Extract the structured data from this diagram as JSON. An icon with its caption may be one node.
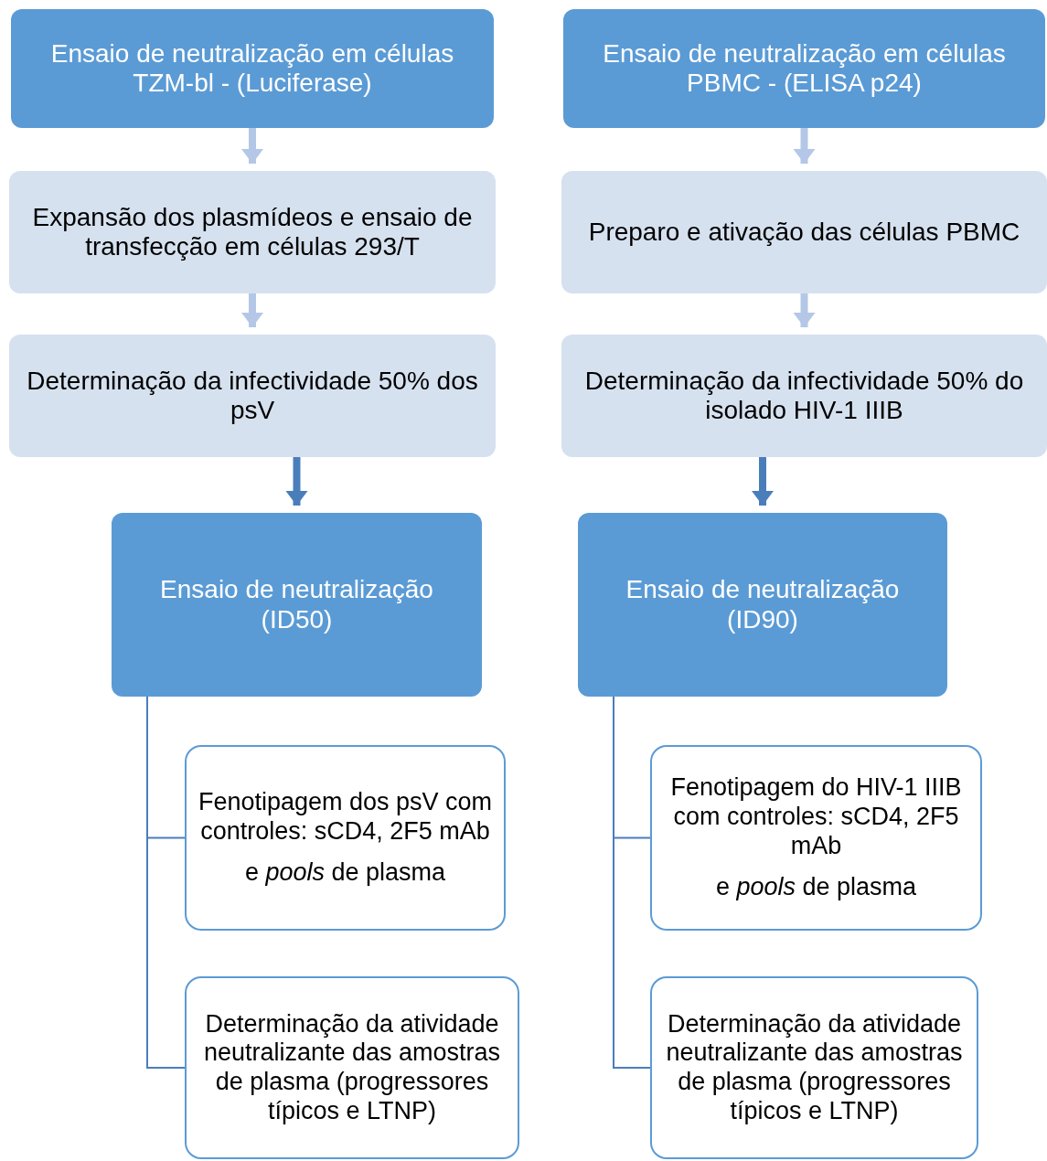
{
  "diagram": {
    "nodes": [
      {
        "text": [
          "Ensaio de neutralização em células TZM-bl - (Luciferase)"
        ]
      },
      {
        "text": [
          "Ensaio de neutralização em células PBMC - (ELISA p24)"
        ]
      },
      {
        "text": [
          "Expansão dos plasmídeos e ensaio de transfecção em células 293/T"
        ]
      },
      {
        "text": [
          "Preparo e ativação das células PBMC"
        ]
      },
      {
        "text": [
          "Determinação da infectividade 50% dos psV"
        ]
      },
      {
        "text": [
          "Determinação da infectividade 50% do isolado HIV-1 IIIB"
        ]
      },
      {
        "text": [
          "Ensaio de neutralização (ID50)"
        ]
      },
      {
        "text": [
          "Ensaio de neutralização (ID90)"
        ]
      },
      {
        "text": [
          "Fenotipagem dos psV com controles: sCD4, 2F5 mAb",
          "e *pools* de plasma"
        ]
      },
      {
        "text": [
          "Determinação da atividade neutralizante das amostras de plasma (progressores típicos e LTNP)"
        ]
      },
      {
        "text": [
          "Fenotipagem do HIV-1 IIIB com controles: sCD4, 2F5 mAb",
          "e *pools* de plasma"
        ]
      },
      {
        "text": [
          "Determinação da atividade neutralizante das amostras de plasma (progressores típicos e LTNP)"
        ]
      }
    ],
    "edges": [
      {
        "from": 0,
        "to": 2,
        "arrow": "to",
        "color": "#b4c7e7"
      },
      {
        "from": 2,
        "to": 4,
        "arrow": "to",
        "color": "#b4c7e7"
      },
      {
        "from": 4,
        "to": 6,
        "arrow": "to"
      },
      {
        "from": 1,
        "to": 3,
        "arrow": "to",
        "color": "#b4c7e7"
      },
      {
        "from": 3,
        "to": 5,
        "arrow": "to",
        "color": "#b4c7e7"
      },
      {
        "from": 5,
        "to": 7,
        "arrow": "to"
      },
      {
        "from": 6,
        "to": 8,
        "arrow": "none"
      },
      {
        "from": 6,
        "to": 9,
        "arrow": "none"
      },
      {
        "from": 7,
        "to": 10,
        "arrow": "none"
      },
      {
        "from": 7,
        "to": 11,
        "arrow": "none"
      }
    ]
  }
}
